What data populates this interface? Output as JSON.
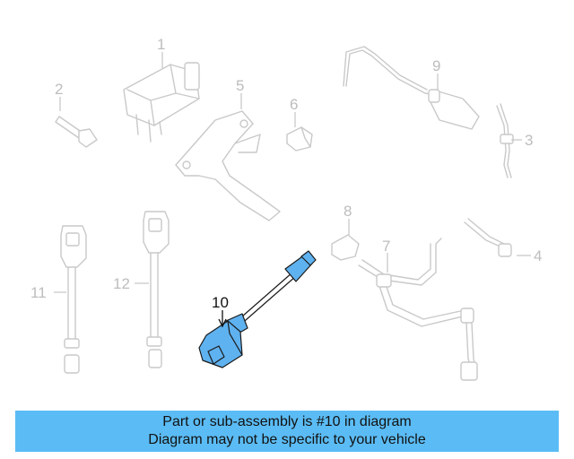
{
  "colors": {
    "banner": "#5bbcf5",
    "highlight": "#5fb2f0",
    "part_stroke": "#c9c9c9"
  },
  "callouts": [
    "1",
    "2",
    "3",
    "4",
    "5",
    "6",
    "7",
    "8",
    "9",
    "10",
    "11",
    "12"
  ],
  "highlighted_part": "10",
  "banner": {
    "line1": "Part or sub-assembly is #10 in diagram",
    "line2": "Diagram may not be specific to your vehicle"
  }
}
